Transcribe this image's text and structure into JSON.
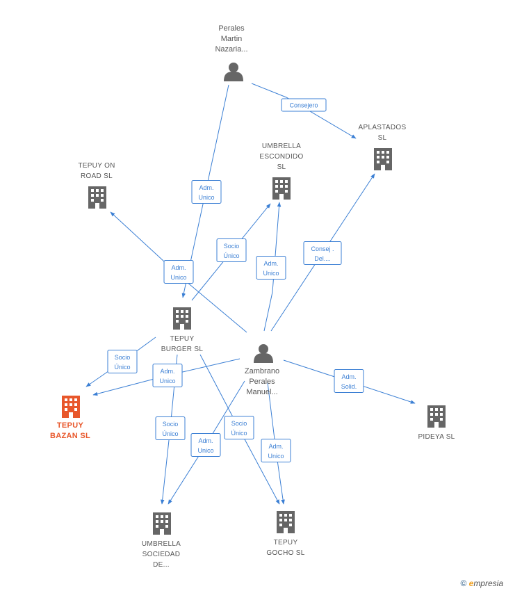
{
  "colors": {
    "edge": "#3b7fd4",
    "company": "#666666",
    "focus": "#e8572b",
    "person": "#666666"
  },
  "nodes": [
    {
      "id": "perales",
      "kind": "person",
      "lines": [
        "Perales",
        "Martin",
        "Nazaria..."
      ]
    },
    {
      "id": "aplastados",
      "kind": "company",
      "lines": [
        "APLASTADOS",
        "SL"
      ]
    },
    {
      "id": "umbrella_escondido",
      "kind": "company",
      "lines": [
        "UMBRELLA",
        "ESCONDIDO",
        "SL"
      ]
    },
    {
      "id": "tepuy_on_road",
      "kind": "company",
      "lines": [
        "TEPUY ON",
        "ROAD  SL"
      ]
    },
    {
      "id": "tepuy_burger",
      "kind": "company",
      "lines": [
        "TEPUY",
        "BURGER  SL"
      ]
    },
    {
      "id": "zambrano",
      "kind": "person",
      "lines": [
        "Zambrano",
        "Perales",
        "Manuel..."
      ]
    },
    {
      "id": "tepuy_bazan",
      "kind": "focus",
      "lines": [
        "TEPUY",
        "BAZAN  SL"
      ]
    },
    {
      "id": "pideya",
      "kind": "company",
      "lines": [
        "PIDEYA  SL"
      ]
    },
    {
      "id": "umbrella_sociedad",
      "kind": "company",
      "lines": [
        "UMBRELLA",
        "SOCIEDAD",
        "DE..."
      ]
    },
    {
      "id": "tepuy_gocho",
      "kind": "company",
      "lines": [
        "TEPUY",
        "GOCHO  SL"
      ]
    }
  ],
  "edges": [
    {
      "from": "perales",
      "to": "aplastados",
      "label": [
        "Consejero"
      ]
    },
    {
      "from": "perales",
      "to": "tepuy_burger",
      "label": [
        "Adm.",
        "Unico"
      ]
    },
    {
      "from": "zambrano",
      "to": "tepuy_on_road",
      "label": [
        "Adm.",
        "Unico"
      ]
    },
    {
      "from": "tepuy_burger",
      "to": "umbrella_escondido",
      "label": [
        "Socio",
        "Único"
      ]
    },
    {
      "from": "zambrano",
      "to": "umbrella_escondido",
      "label": [
        "Adm.",
        "Unico"
      ]
    },
    {
      "from": "zambrano",
      "to": "aplastados",
      "label": [
        "Consej .",
        "Del...."
      ]
    },
    {
      "from": "tepuy_burger",
      "to": "tepuy_bazan",
      "label": [
        "Socio",
        "Único"
      ]
    },
    {
      "from": "zambrano",
      "to": "tepuy_bazan",
      "label": [
        "Adm.",
        "Unico"
      ]
    },
    {
      "from": "zambrano",
      "to": "pideya",
      "label": [
        "Adm.",
        "Solid."
      ]
    },
    {
      "from": "tepuy_burger",
      "to": "umbrella_sociedad",
      "label": [
        "Socio",
        "Único"
      ]
    },
    {
      "from": "zambrano",
      "to": "umbrella_sociedad",
      "label": [
        "Adm.",
        "Unico"
      ]
    },
    {
      "from": "tepuy_burger",
      "to": "tepuy_gocho",
      "label": [
        "Socio",
        "Único"
      ]
    },
    {
      "from": "zambrano",
      "to": "tepuy_gocho",
      "label": [
        "Adm.",
        "Unico"
      ]
    }
  ],
  "brand": {
    "copyright": "©",
    "initial": "e",
    "rest": "mpresia"
  }
}
